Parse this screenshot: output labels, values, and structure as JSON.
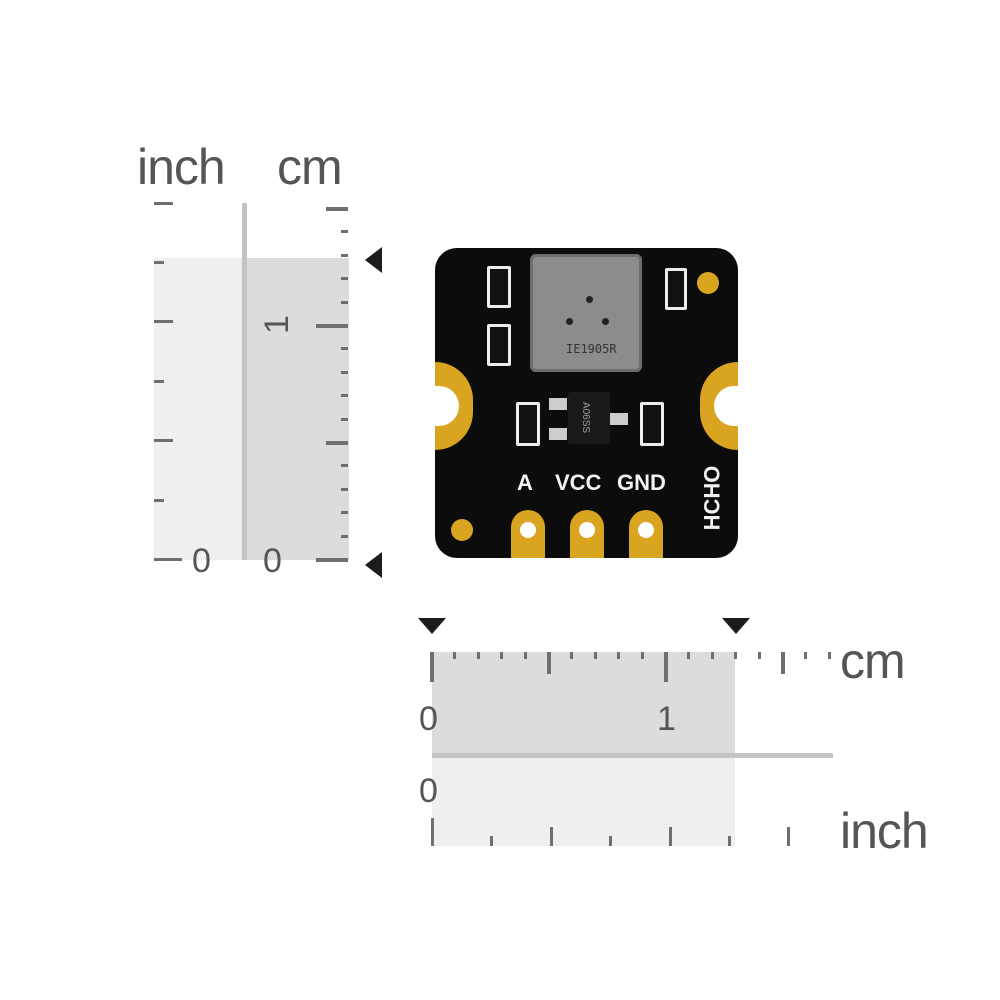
{
  "vertical_ruler": {
    "unit_left": "inch",
    "unit_right": "cm",
    "inch_zero": "0",
    "cm_zero": "0",
    "cm_one": "1"
  },
  "horizontal_ruler": {
    "unit_top": "cm",
    "unit_bottom": "inch",
    "cm_zero": "0",
    "cm_one": "1",
    "inch_zero": "0"
  },
  "board": {
    "chip_marking": "IE1905R",
    "transistor_marking": "A06SS",
    "pin_labels": [
      "A",
      "VCC",
      "GND"
    ],
    "name": "HCHO"
  },
  "colors": {
    "board": "#0c0c0c",
    "gold": "#d9a520",
    "shade_dark": "#dcdcdc",
    "shade_light": "#efefef",
    "tick": "#6f6f6f"
  }
}
